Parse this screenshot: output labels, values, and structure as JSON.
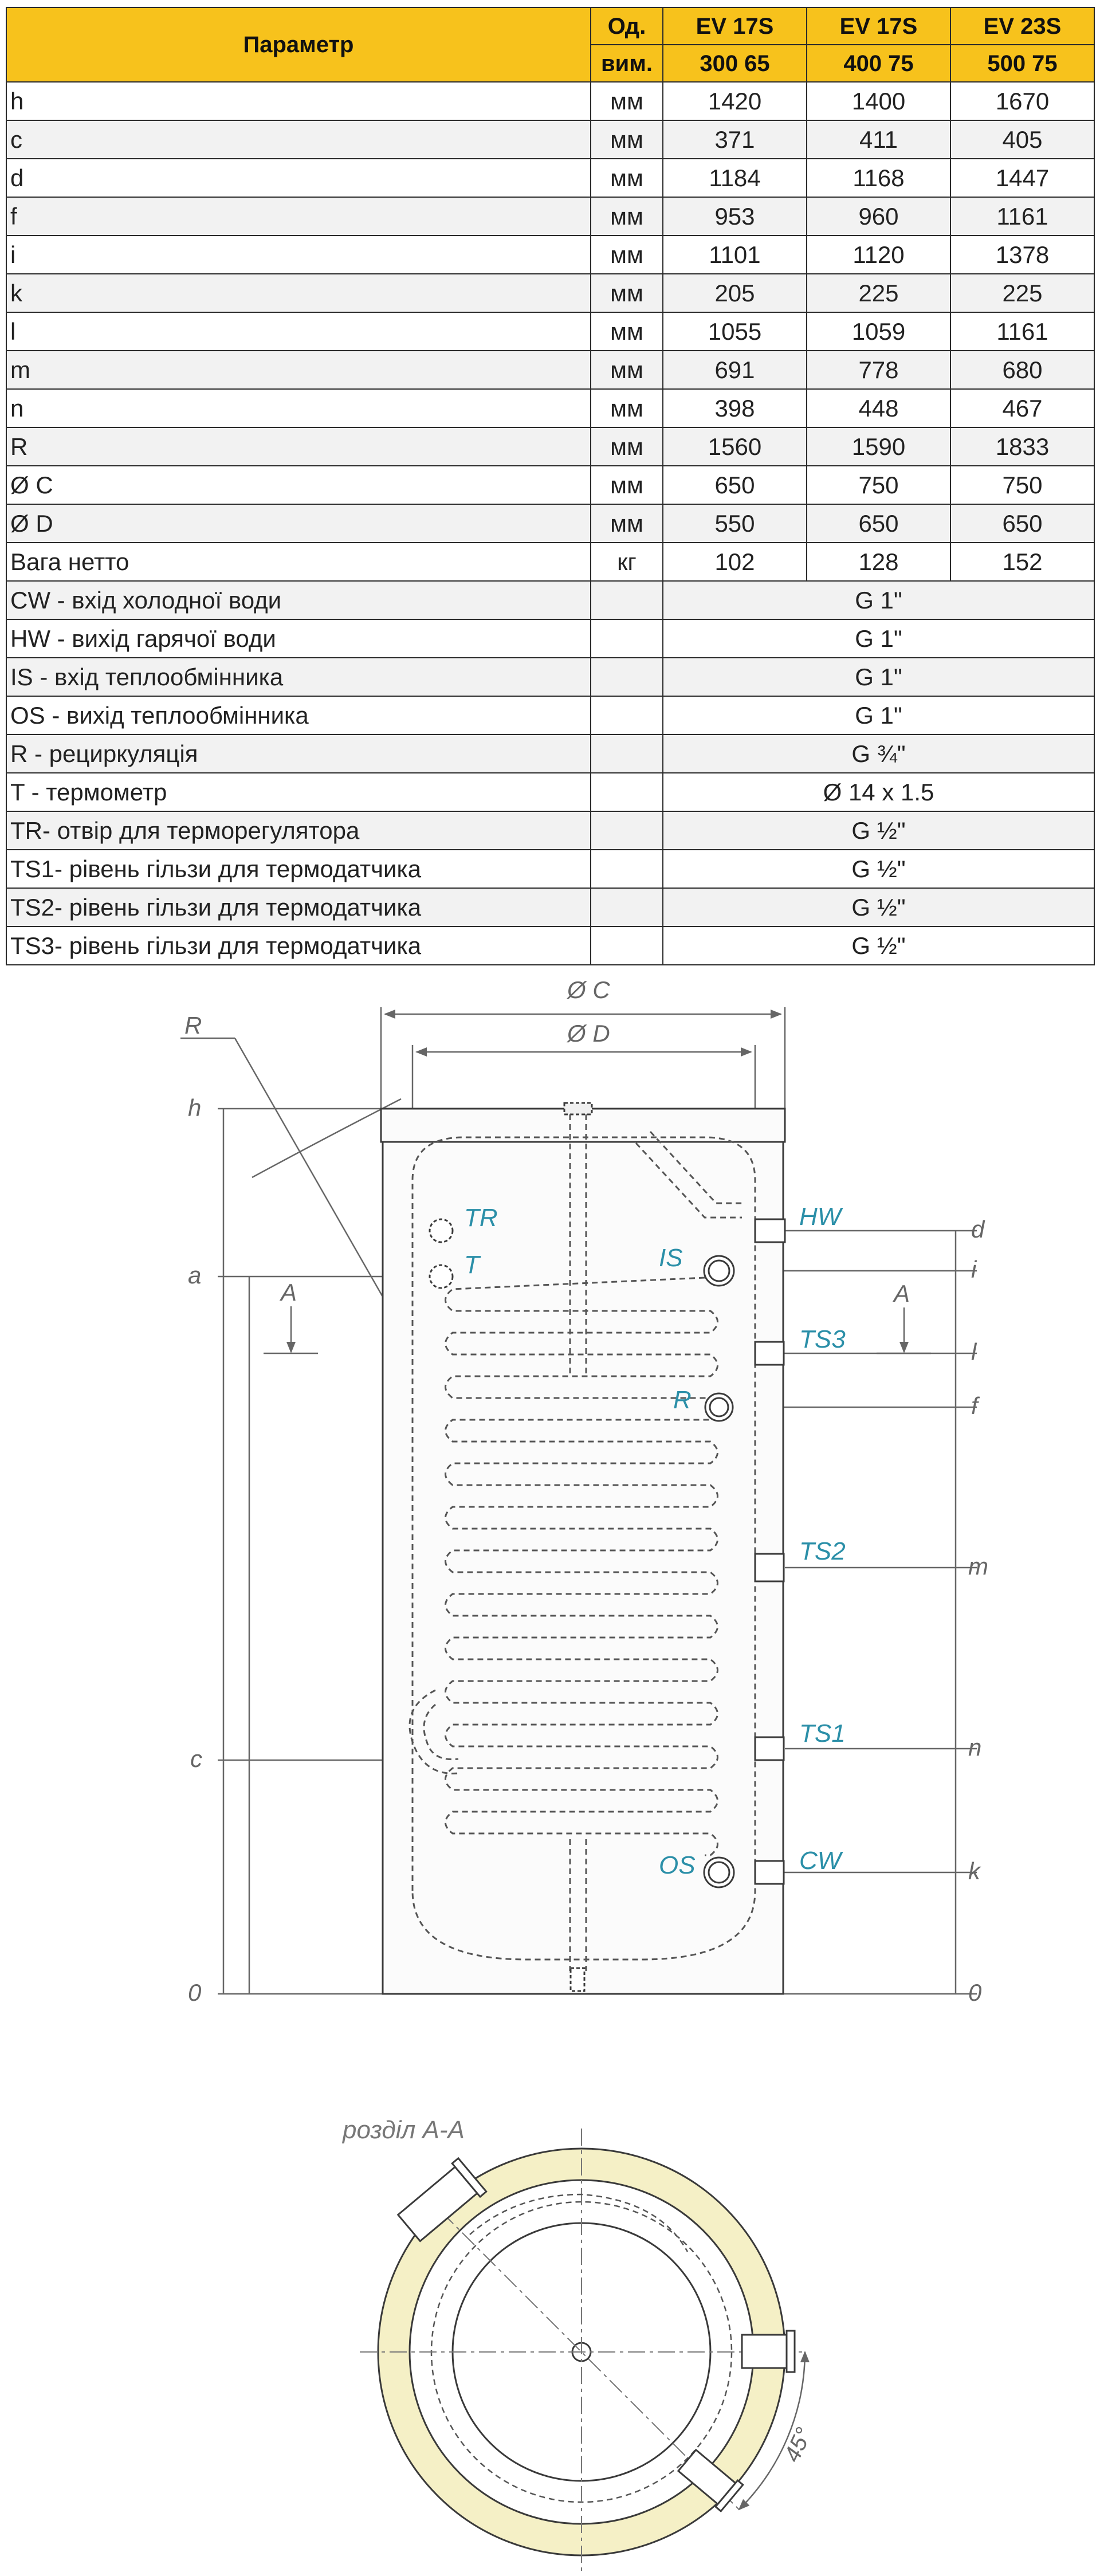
{
  "table": {
    "header": {
      "param": "Параметр",
      "unit": [
        "Од.",
        "вим."
      ],
      "models": [
        [
          "EV 17S",
          "300 65"
        ],
        [
          "EV 17S",
          "400 75"
        ],
        [
          "EV 23S",
          "500 75"
        ]
      ]
    },
    "rows": [
      {
        "param": "h",
        "unit": "мм",
        "v": [
          "1420",
          "1400",
          "1670"
        ]
      },
      {
        "param": "c",
        "unit": "мм",
        "v": [
          "371",
          "411",
          "405"
        ]
      },
      {
        "param": "d",
        "unit": "мм",
        "v": [
          "1184",
          "1168",
          "1447"
        ]
      },
      {
        "param": "f",
        "unit": "мм",
        "v": [
          "953",
          "960",
          "1161"
        ]
      },
      {
        "param": "i",
        "unit": "мм",
        "v": [
          "1101",
          "1120",
          "1378"
        ]
      },
      {
        "param": "k",
        "unit": "мм",
        "v": [
          "205",
          "225",
          "225"
        ]
      },
      {
        "param": "l",
        "unit": "мм",
        "v": [
          "1055",
          "1059",
          "1161"
        ]
      },
      {
        "param": "m",
        "unit": "мм",
        "v": [
          "691",
          "778",
          "680"
        ]
      },
      {
        "param": "n",
        "unit": "мм",
        "v": [
          "398",
          "448",
          "467"
        ]
      },
      {
        "param": "R",
        "unit": "мм",
        "v": [
          "1560",
          "1590",
          "1833"
        ]
      },
      {
        "param": "Ø C",
        "unit": "мм",
        "v": [
          "650",
          "750",
          "750"
        ]
      },
      {
        "param": "Ø D",
        "unit": "мм",
        "v": [
          "550",
          "650",
          "650"
        ]
      },
      {
        "param": "Вага нетто",
        "unit": "кг",
        "v": [
          "102",
          "128",
          "152"
        ]
      },
      {
        "param": "CW - вхід холодної води",
        "unit": "",
        "merged": "G 1\""
      },
      {
        "param": "HW - вихід гарячої води",
        "unit": "",
        "merged": "G 1\""
      },
      {
        "param": "IS - вхід теплообмінника",
        "unit": "",
        "merged": "G 1\""
      },
      {
        "param": "OS - вихід теплообмінника",
        "unit": "",
        "merged": "G 1\""
      },
      {
        "param": "R - рециркуляція",
        "unit": "",
        "merged": "G ¾\""
      },
      {
        "param": "T - термометр",
        "unit": "",
        "merged": "Ø 14 x 1.5"
      },
      {
        "param": "TR- отвір для терморегулятора",
        "unit": "",
        "merged": "G ½\""
      },
      {
        "param": "TS1- рівень гільзи для термодатчика",
        "unit": "",
        "merged": "G ½\""
      },
      {
        "param": "TS2- рівень гільзи для термодатчика",
        "unit": "",
        "merged": "G ½\""
      },
      {
        "param": "TS3- рівень гільзи для термодатчика",
        "unit": "",
        "merged": "G ½\""
      }
    ]
  },
  "drawing": {
    "dim_C": "Ø C",
    "dim_D": "Ø D",
    "label_R": "R",
    "left_labels": {
      "h": "h",
      "a": "a",
      "c": "c",
      "zero": "0",
      "A": "A"
    },
    "right_labels": {
      "d": "d",
      "i": "i",
      "l": "l",
      "f": "f",
      "m": "m",
      "n": "n",
      "k": "k",
      "zero": "0",
      "A": "A"
    },
    "ports": {
      "TR": "TR",
      "T": "T",
      "IS": "IS",
      "HW": "HW",
      "TS3": "TS3",
      "R": "R",
      "TS2": "TS2",
      "TS1": "TS1",
      "OS": "OS",
      "CW": "CW"
    },
    "section_title": "розділ A-A",
    "angle": "45°",
    "colors": {
      "line": "#555555",
      "accent": "#2b8fa8",
      "insulation": "#f5f0c6"
    }
  }
}
